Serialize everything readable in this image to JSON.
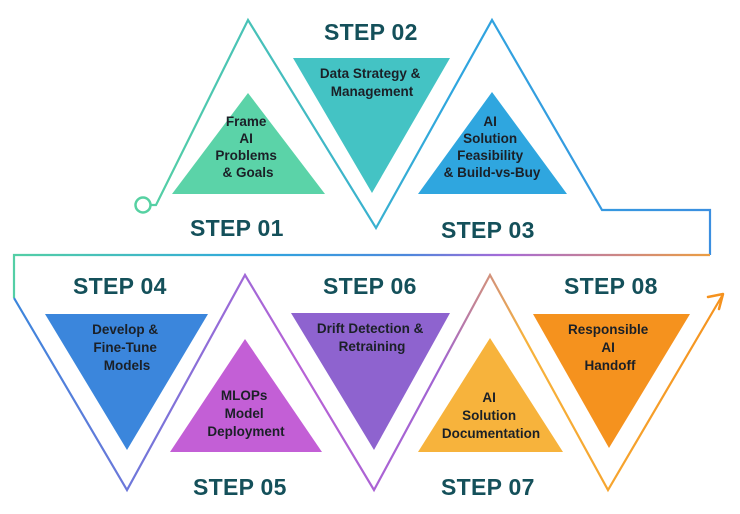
{
  "steps": [
    {
      "label": "STEP 01",
      "lines": [
        "Frame",
        "AI",
        "Problems",
        "& Goals"
      ],
      "color": "#5bd3a8"
    },
    {
      "label": "STEP 02",
      "lines": [
        "Data Strategy &",
        "Management"
      ],
      "color": "#44c3c4"
    },
    {
      "label": "STEP 03",
      "lines": [
        "AI",
        "Solution",
        "Feasibility",
        "& Build-vs-Buy"
      ],
      "color": "#2fa6df"
    },
    {
      "label": "STEP 04",
      "lines": [
        "Develop &",
        "Fine-Tune",
        "Models"
      ],
      "color": "#3b86dc"
    },
    {
      "label": "STEP 05",
      "lines": [
        "MLOPs",
        "Model",
        "Deployment"
      ],
      "color": "#c35fd6"
    },
    {
      "label": "STEP 06",
      "lines": [
        "Drift Detection &",
        "Retraining"
      ],
      "color": "#8e63cf"
    },
    {
      "label": "STEP 07",
      "lines": [
        "AI",
        "Solution",
        "Documentation"
      ],
      "color": "#f7b33c"
    },
    {
      "label": "STEP 08",
      "lines": [
        "Responsible",
        "AI",
        "Handoff"
      ],
      "color": "#f5921e"
    }
  ]
}
